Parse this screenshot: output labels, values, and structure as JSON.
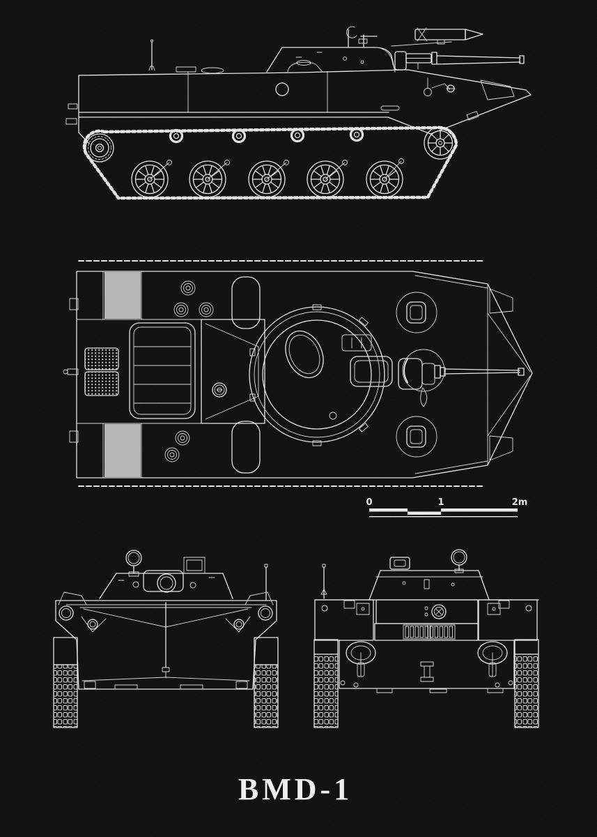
{
  "poster": {
    "title": "BMD-1"
  },
  "scale_bar": {
    "labels": [
      "0",
      "1",
      "2m"
    ]
  },
  "colors": {
    "background": "#0a0a0a",
    "line": "#e4e4e4",
    "panel_fill": "#c6c6c6",
    "text": "#ededed"
  }
}
